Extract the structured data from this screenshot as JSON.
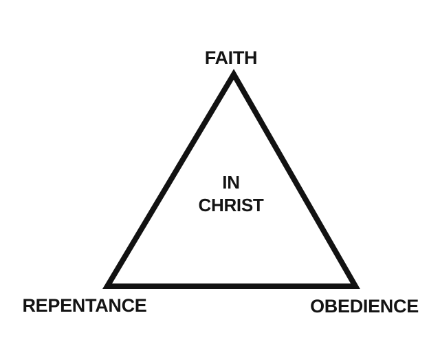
{
  "diagram": {
    "type": "triangle-diagram",
    "vertex_labels": {
      "top": "FAITH",
      "bottom_left": "REPENTANCE",
      "bottom_right": "OBEDIENCE"
    },
    "center_label": {
      "line1": "IN",
      "line2": "CHRIST"
    },
    "colors": {
      "line": "#121212",
      "text": "#141414",
      "background": "#ffffff"
    }
  }
}
